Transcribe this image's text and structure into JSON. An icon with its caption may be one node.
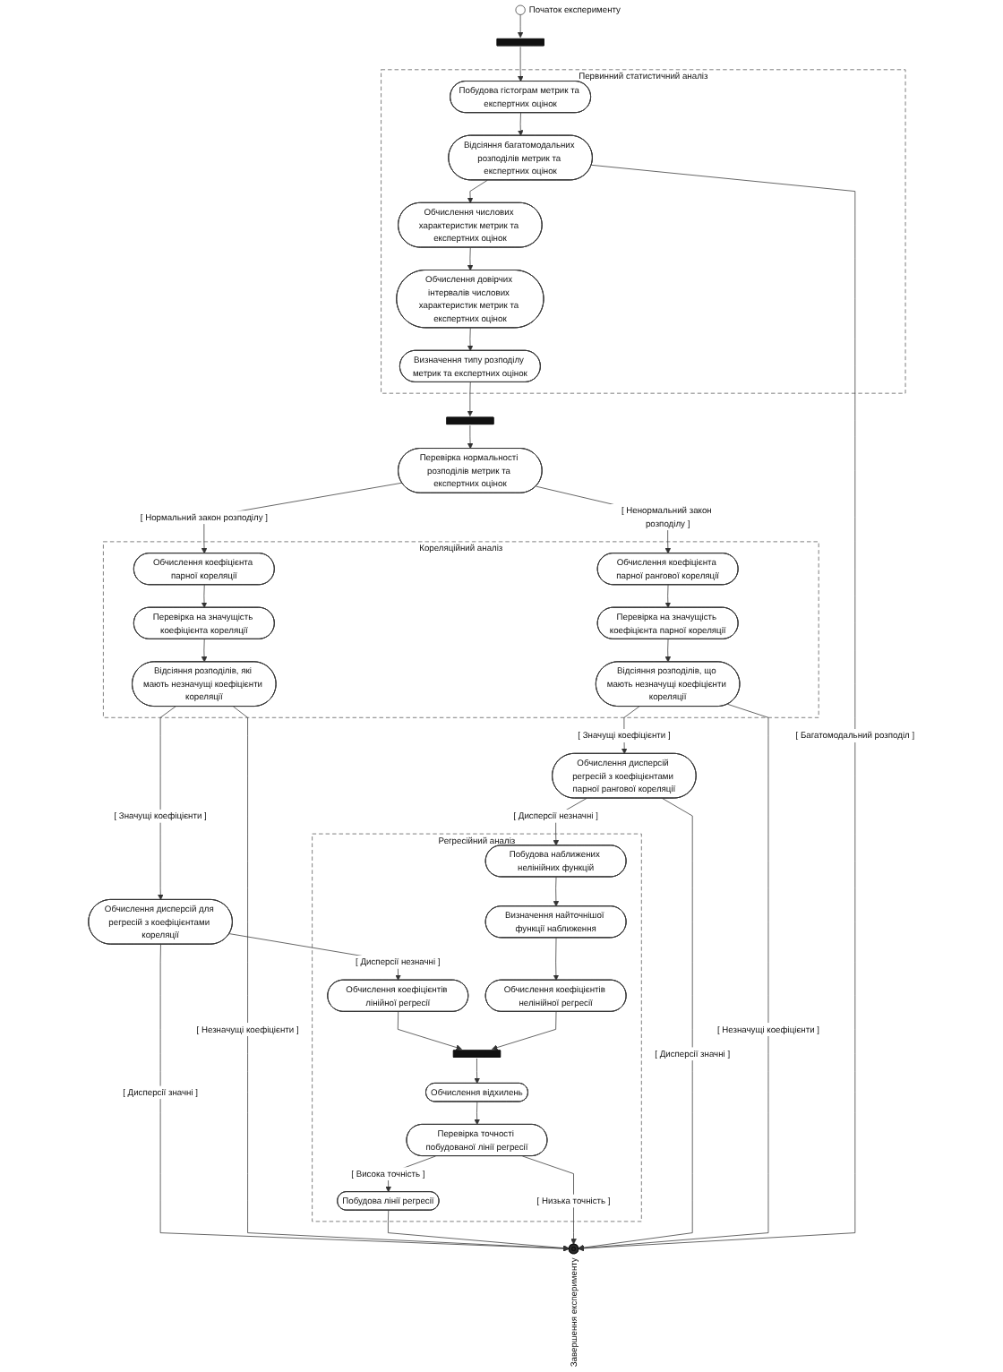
{
  "diagram": {
    "nodes": [
      {
        "text": [],
        "shape": "circle",
        "beside": [
          "Початок експерименту"
        ]
      },
      {
        "text": [],
        "shape": "bar"
      },
      {
        "text": [
          "Первинний статистичний аналіз"
        ]
      },
      {
        "text": [
          "Побудова гістограм метрик та експертних оцінок"
        ],
        "in": 2
      },
      {
        "text": [
          "Відсіяння багатомодальних розподілів метрик та експертних оцінок"
        ],
        "in": 2
      },
      {
        "text": [
          "Обчислення числових характеристик метрик та експертних оцінок"
        ],
        "in": 2
      },
      {
        "text": [
          "Обчислення довірчих інтервалів числових характеристик метрик та експертних оцінок"
        ],
        "in": 2
      },
      {
        "text": [
          "Визначення типу розподілу метрик та експертних оцінок"
        ],
        "in": 2
      },
      {
        "text": [],
        "shape": "bar"
      },
      {
        "text": [
          "Перевірка нормальності розподілів метрик та експертних оцінок"
        ]
      },
      {
        "text": [
          "Кореляційний аналіз"
        ]
      },
      {
        "text": [
          "Обчислення коефіцієнта парної кореляції"
        ],
        "in": 10
      },
      {
        "text": [
          "Перевірка на значущість коефіцієнта кореляції"
        ],
        "in": 10
      },
      {
        "text": [
          "Відсіяння розподілів, які мають незначущі коефіцієнти кореляції"
        ],
        "in": 10
      },
      {
        "text": [
          "Обчислення коефіцієнта парної рангової кореляції"
        ],
        "in": 10
      },
      {
        "text": [
          "Перевірка на значущість коефіцієнта парної кореляції"
        ],
        "in": 10
      },
      {
        "text": [
          "Відсіяння розподілів, що мають незначущі коефіцієнти кореляції"
        ],
        "in": 10
      },
      {
        "text": [
          "Обчислення дисперсій для регресій з коефіцієнтами кореляції"
        ]
      },
      {
        "text": [
          "Обчислення дисперсій регресій з коефіцієнтами парної рангової кореляції"
        ]
      },
      {
        "text": [
          "Регресійний аналіз"
        ]
      },
      {
        "text": [
          "Обчислення коефіцієнтів лінійної регресії"
        ],
        "in": 19
      },
      {
        "text": [
          "Побудова наближених нелінійних функцій"
        ],
        "in": 19
      },
      {
        "text": [
          "Визначення найточнішої функції наближення"
        ],
        "in": 19
      },
      {
        "text": [
          "Обчислення коефіцієнтів нелінійної регресії"
        ],
        "in": 19
      },
      {
        "text": [],
        "shape": "bar",
        "in": 19
      },
      {
        "text": [
          "Обчислення відхилень"
        ],
        "in": 19
      },
      {
        "text": [
          "Перевірка точності побудованої лінії регресії"
        ],
        "in": 19
      },
      {
        "text": [
          "Побудова лінії регресії"
        ],
        "in": 19
      },
      {
        "text": [],
        "shape": "circle",
        "beside": [
          "Завершення експерименту"
        ]
      }
    ],
    "edges": [
      {
        "from": 0,
        "to": 1,
        "arrow": "to"
      },
      {
        "from": 1,
        "to": 3,
        "arrow": "to"
      },
      {
        "from": 3,
        "to": 4,
        "arrow": "to"
      },
      {
        "from": 4,
        "to": 5,
        "arrow": "to"
      },
      {
        "from": 5,
        "to": 6,
        "arrow": "to"
      },
      {
        "from": 6,
        "to": 7,
        "arrow": "to"
      },
      {
        "from": 7,
        "to": 8,
        "arrow": "to"
      },
      {
        "from": 8,
        "to": 9,
        "arrow": "to"
      },
      {
        "from": 4,
        "to": 28,
        "arrow": "to",
        "label": "[ Багатомодальний розподіл ]"
      },
      {
        "from": 9,
        "to": 11,
        "arrow": "to",
        "label": "[ Нормальний закон розподілу ]"
      },
      {
        "from": 9,
        "to": 14,
        "arrow": "to",
        "label": "[ Ненормальний закон розподілу ]"
      },
      {
        "from": 11,
        "to": 12,
        "arrow": "to"
      },
      {
        "from": 12,
        "to": 13,
        "arrow": "to"
      },
      {
        "from": 14,
        "to": 15,
        "arrow": "to"
      },
      {
        "from": 15,
        "to": 16,
        "arrow": "to"
      },
      {
        "from": 13,
        "to": 17,
        "arrow": "to",
        "label": "[ Значущі коефіцієнти ]"
      },
      {
        "from": 13,
        "to": 28,
        "arrow": "to",
        "label": "[ Незначущі коефіцієнти ]"
      },
      {
        "from": 16,
        "to": 18,
        "arrow": "to",
        "label": "[ Значущі коефіцієнти ]"
      },
      {
        "from": 16,
        "to": 28,
        "arrow": "to",
        "label": "[ Незначущі коефіцієнти ]"
      },
      {
        "from": 17,
        "to": 20,
        "arrow": "to",
        "label": "[ Дисперсії незначні ]"
      },
      {
        "from": 17,
        "to": 28,
        "arrow": "to",
        "label": "[ Дисперсії значні ]"
      },
      {
        "from": 18,
        "to": 21,
        "arrow": "to",
        "label": "[ Дисперсії незначні ]"
      },
      {
        "from": 18,
        "to": 28,
        "arrow": "to",
        "label": "[ Дисперсії значні ]"
      },
      {
        "from": 20,
        "to": 24,
        "arrow": "to"
      },
      {
        "from": 21,
        "to": 22,
        "arrow": "to"
      },
      {
        "from": 22,
        "to": 23,
        "arrow": "to"
      },
      {
        "from": 23,
        "to": 24,
        "arrow": "to"
      },
      {
        "from": 24,
        "to": 25,
        "arrow": "to"
      },
      {
        "from": 25,
        "to": 26,
        "arrow": "to"
      },
      {
        "from": 26,
        "to": 27,
        "arrow": "to",
        "label": "[ Висока точність ]"
      },
      {
        "from": 26,
        "to": 28,
        "arrow": "to",
        "label": "[ Низька точність ]"
      },
      {
        "from": 27,
        "to": 28,
        "arrow": "to"
      }
    ]
  }
}
